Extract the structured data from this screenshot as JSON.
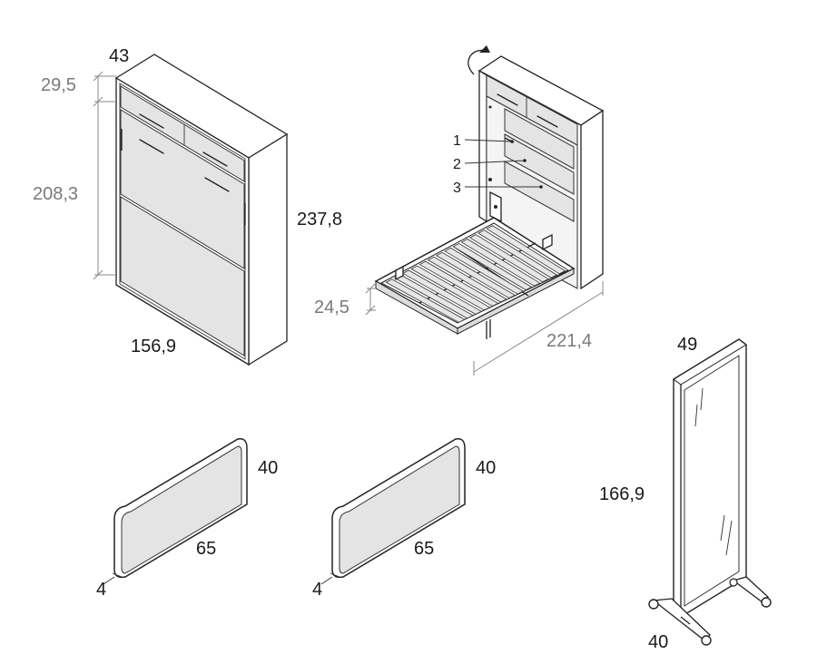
{
  "bed_closed": {
    "depth": "43",
    "top_height": "29,5",
    "front_height": "208,3",
    "total_height": "237,8",
    "width": "156,9"
  },
  "bed_open": {
    "callouts": [
      "1",
      "2",
      "3"
    ],
    "leg_height": "24,5",
    "open_length": "221,4"
  },
  "shelf_left": {
    "height": "40",
    "width": "65",
    "thickness": "4"
  },
  "shelf_right": {
    "height": "40",
    "width": "65",
    "thickness": "4"
  },
  "mirror": {
    "width": "49",
    "height": "166,9",
    "base_width": "40"
  }
}
